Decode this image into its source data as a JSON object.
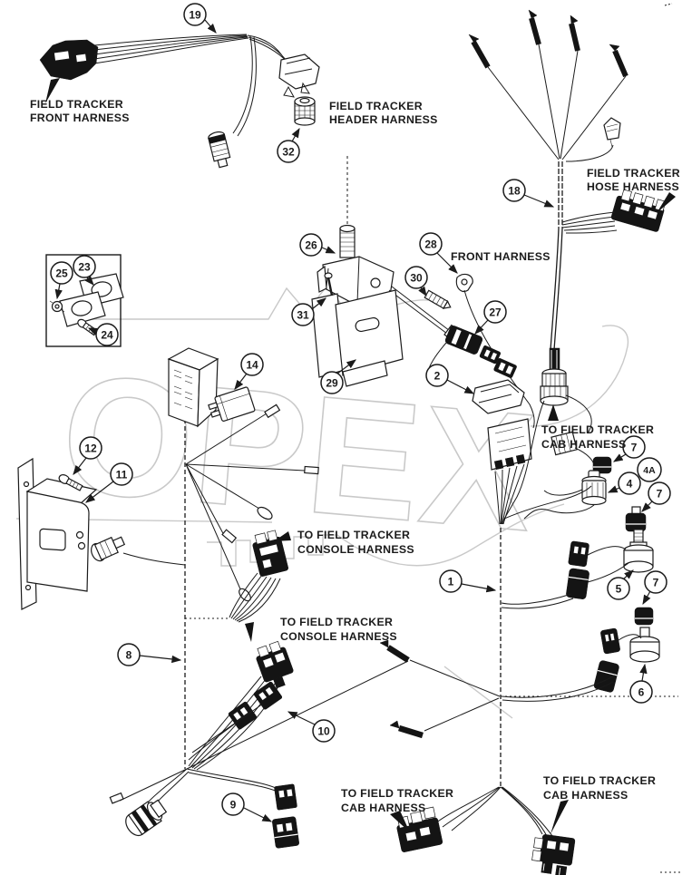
{
  "diagram": {
    "title_visible": false,
    "type": "wiring-harness-parts-diagram"
  },
  "watermark": {
    "text": "OPEX"
  },
  "callouts": [
    "19",
    "32",
    "18",
    "26",
    "28",
    "30",
    "31",
    "27",
    "29",
    "2",
    "23",
    "25",
    "24",
    "14",
    "12",
    "11",
    "7",
    "4A",
    "4",
    "7",
    "1",
    "5",
    "7",
    "6",
    "8",
    "10",
    "9"
  ],
  "labels": [
    [
      "FIELD TRACKER",
      "FRONT HARNESS"
    ],
    [
      "FIELD TRACKER",
      "HEADER HARNESS"
    ],
    [
      "FIELD TRACKER",
      "HOSE HARNESS"
    ],
    [
      "FRONT HARNESS"
    ],
    [
      "TO FIELD TRACKER",
      "CAB HARNESS"
    ],
    [
      "TO FIELD TRACKER",
      "CONSOLE HARNESS"
    ],
    [
      "TO FIELD TRACKER",
      "CONSOLE HARNESS"
    ],
    [
      "TO FIELD TRACKER",
      "CAB HARNESS"
    ],
    [
      "TO FIELD TRACKER",
      "CAB HARNESS"
    ]
  ],
  "colors": {
    "line": "#1b1b1b",
    "watermark": "#c9c9c9",
    "background": "#ffffff"
  }
}
